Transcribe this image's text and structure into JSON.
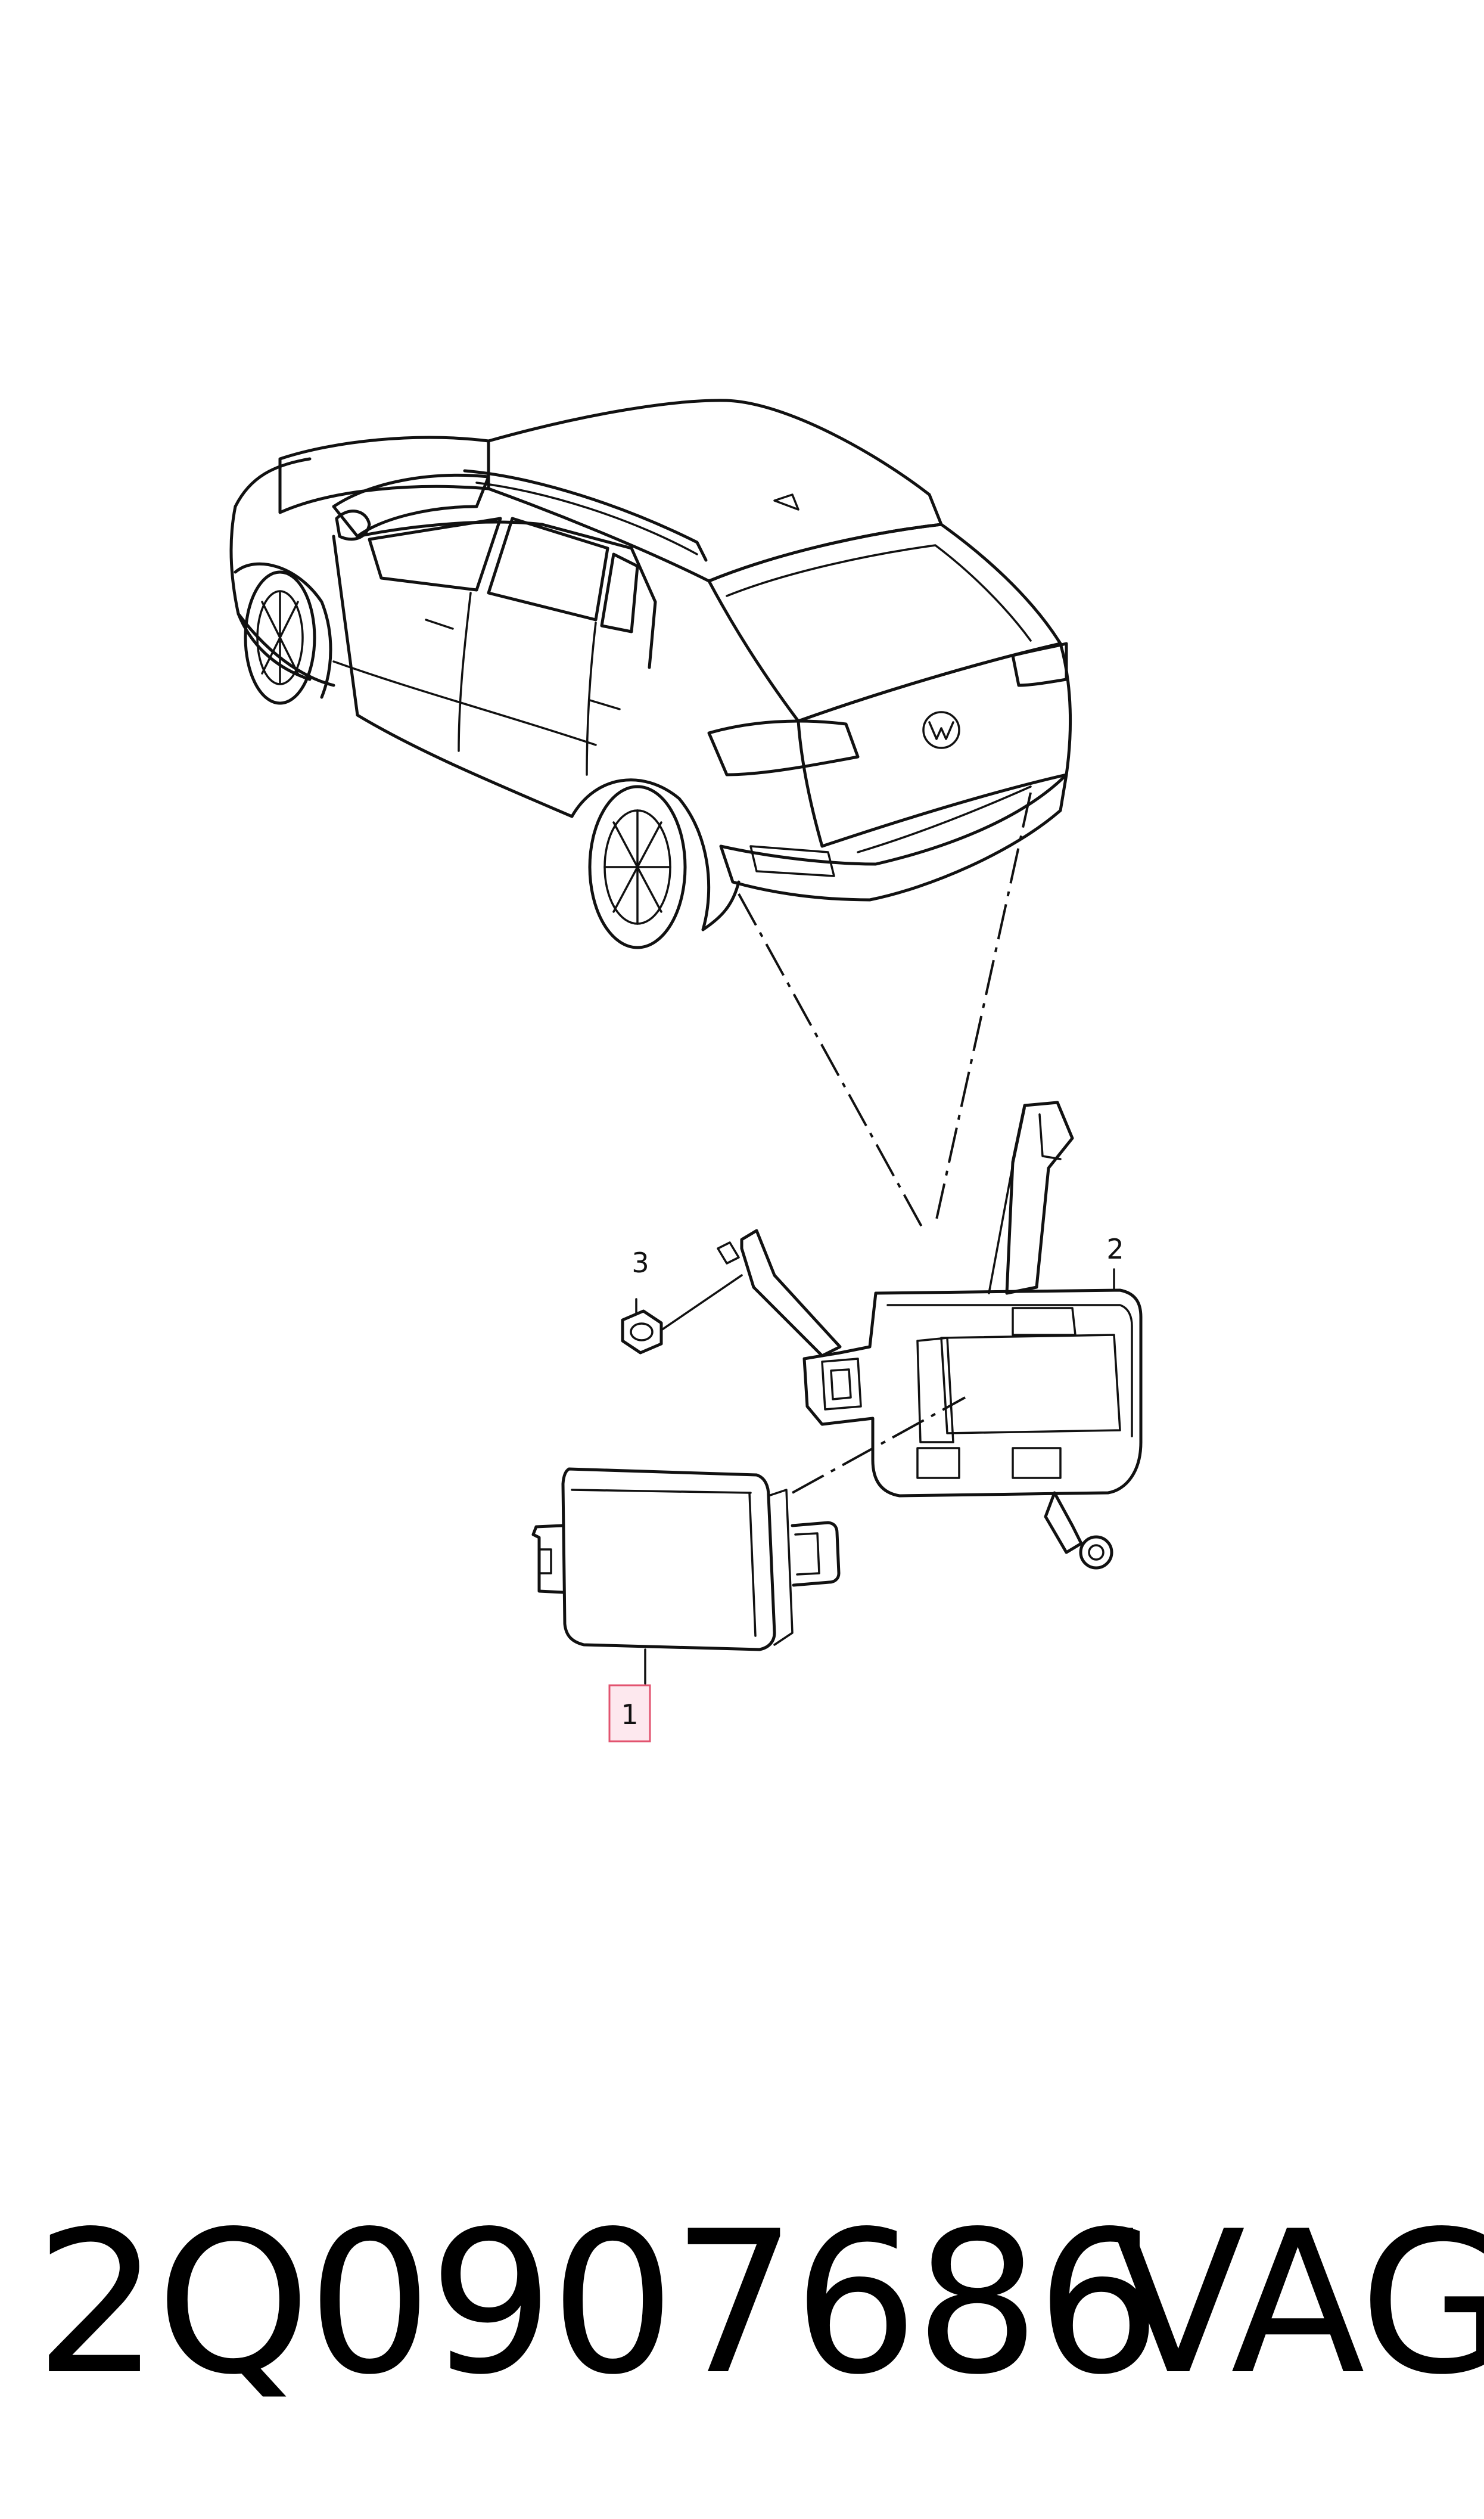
{
  "callouts": {
    "item_1": "1",
    "item_2": "2",
    "item_3": "3"
  },
  "footer": {
    "part_number": "2Q0907686",
    "brand": "VAG"
  },
  "colors": {
    "line": "#111111",
    "highlight_fill": "#fde8ee",
    "highlight_stroke": "#e2536f"
  }
}
